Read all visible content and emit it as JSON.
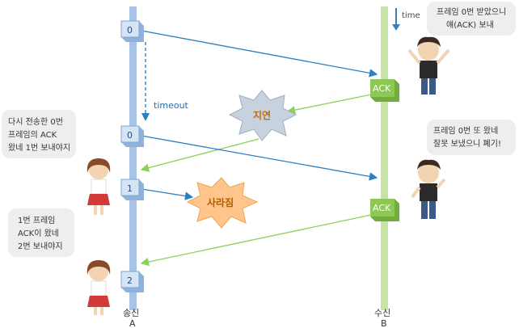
{
  "sender": {
    "label": "송신",
    "sublabel": "A",
    "color": "#a9c3e6",
    "frames": [
      "0",
      "0",
      "1",
      "2"
    ]
  },
  "receiver": {
    "label": "수신",
    "sublabel": "B",
    "color": "#c7e3a5",
    "acks": [
      "ACK",
      "ACK"
    ]
  },
  "time_label": "time",
  "timeout_label": "timeout",
  "bursts": {
    "delay": "지연",
    "lost": "사라짐"
  },
  "bubbles": {
    "receiver_top": [
      "프레임 0번 받았으니",
      "얘(ACK) 보내"
    ],
    "sender_mid": [
      "다시 전송한 0번",
      "프레임의 ACK",
      "왔네 1번 보내야지"
    ],
    "receiver_mid": [
      "프레임 0번 또 왔네",
      "잘못 보냈으니 폐기!"
    ],
    "sender_bottom": [
      "1번 프레임",
      "ACK이 왔네",
      "2번 보내야지"
    ]
  },
  "colors": {
    "frame_arrow": "#2a7fc0",
    "ack_arrow": "#8ccf5a",
    "delay_burst": "#c7d2de",
    "lost_burst": "#ffc58a"
  }
}
